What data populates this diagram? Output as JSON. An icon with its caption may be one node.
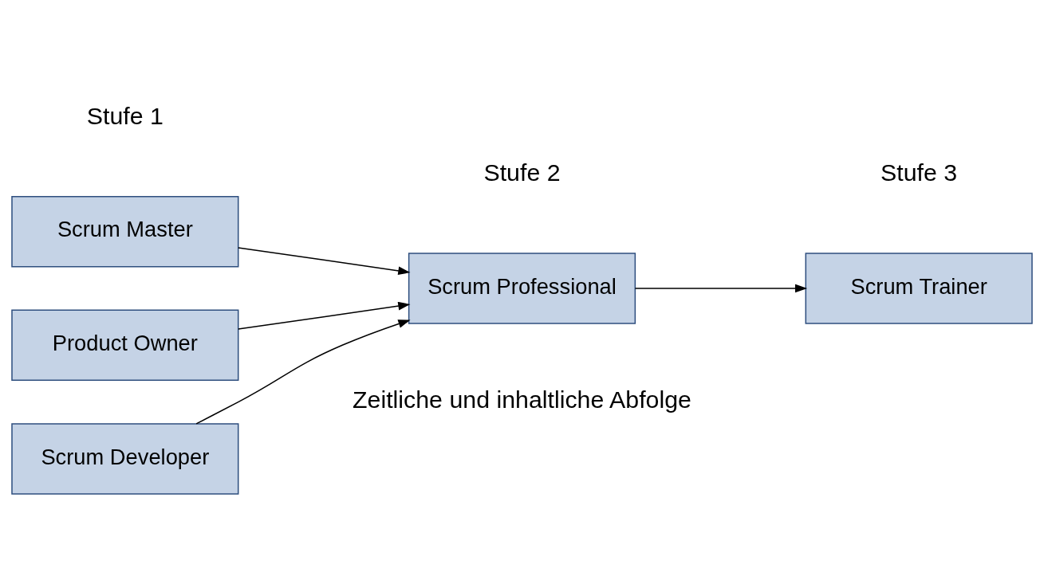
{
  "diagram": {
    "nodes": [
      {
        "text": [
          "Scrum Master"
        ]
      },
      {
        "text": [
          "Product Owner"
        ]
      },
      {
        "text": [
          "Scrum Developer"
        ]
      },
      {
        "text": [
          "Scrum Professional"
        ]
      },
      {
        "text": [
          "Scrum Trainer"
        ]
      }
    ],
    "edges": [
      {
        "from": 0,
        "to": 3,
        "arrow": "to"
      },
      {
        "from": 1,
        "to": 3,
        "arrow": "to"
      },
      {
        "from": 2,
        "to": 3,
        "arrow": "to"
      },
      {
        "from": 3,
        "to": 4,
        "arrow": "to"
      }
    ],
    "labels": [
      "Stufe 1",
      "Stufe 2",
      "Stufe 3",
      "Zeitliche und inhaltliche Abfolge"
    ]
  }
}
